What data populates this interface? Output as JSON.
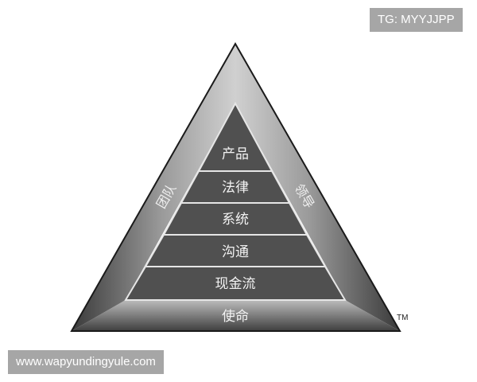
{
  "diagram": {
    "type": "nested-pyramid",
    "outer_sides": {
      "left": "团队",
      "right": "领导",
      "base": "使命"
    },
    "layers_top_to_bottom": [
      {
        "label": "产品"
      },
      {
        "label": "法律"
      },
      {
        "label": "系统"
      },
      {
        "label": "沟通"
      },
      {
        "label": "现金流"
      }
    ],
    "trademark": "TM",
    "colors": {
      "layer_fill": "#505050",
      "layer_line": "#e6e6e6",
      "outer_edge": "#1a1a1a"
    }
  },
  "watermarks": {
    "top": "TG: MYYJJPP",
    "bottom": "www.wapyundingyule.com"
  }
}
